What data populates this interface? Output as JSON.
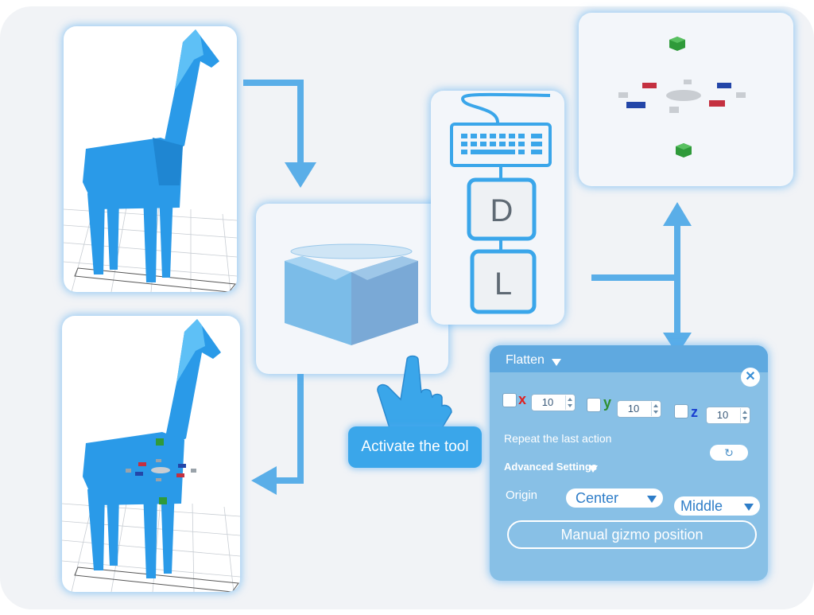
{
  "colors": {
    "accent": "#3aa6ea",
    "panel": "#88c0e6",
    "model_blue": "#2a9ae8",
    "axis_x": "#e02020",
    "axis_y": "#2f8f2f",
    "axis_z": "#1a3fd0"
  },
  "keyboard": {
    "key_1": "D",
    "key_2": "L"
  },
  "tool": {
    "label": "Activate the tool"
  },
  "flatten": {
    "title": "Flatten",
    "axes": [
      {
        "label": "x",
        "value": "10"
      },
      {
        "label": "y",
        "value": "10"
      },
      {
        "label": "z",
        "value": "10"
      }
    ],
    "repeat_label": "Repeat the last action",
    "advanced_label": "Advanced Settings",
    "origin_label": "Origin",
    "origin_value_1": "Center",
    "origin_value_2": "Middle",
    "manual_button": "Manual gizmo position"
  },
  "icons": {
    "close": "close-icon",
    "refresh": "refresh-icon",
    "dropdown": "chevron-down-icon",
    "hand": "pointing-hand-icon",
    "keyboard": "keyboard-icon",
    "box": "flatten-box-icon"
  }
}
